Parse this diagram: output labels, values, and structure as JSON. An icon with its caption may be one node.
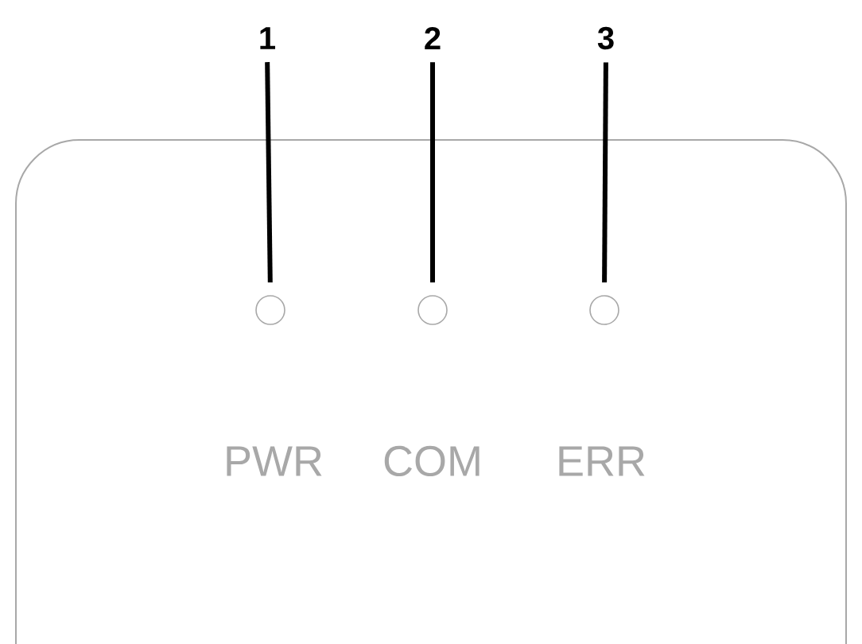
{
  "diagram": {
    "nodes": [
      {
        "text": [
          "1"
        ]
      },
      {
        "text": [
          "2"
        ]
      },
      {
        "text": [
          "3"
        ]
      },
      {
        "text": [
          "PWR",
          "COM",
          "ERR"
        ]
      },
      {
        "text": [],
        "shape": "circle",
        "in": 3
      },
      {
        "text": [],
        "shape": "circle",
        "in": 3
      },
      {
        "text": [],
        "shape": "circle",
        "in": 3
      }
    ],
    "edges": [
      {
        "from": 0,
        "to": 4,
        "arrow": "none"
      },
      {
        "from": 1,
        "to": 5,
        "arrow": "none"
      },
      {
        "from": 2,
        "to": 6,
        "arrow": "none"
      }
    ]
  }
}
